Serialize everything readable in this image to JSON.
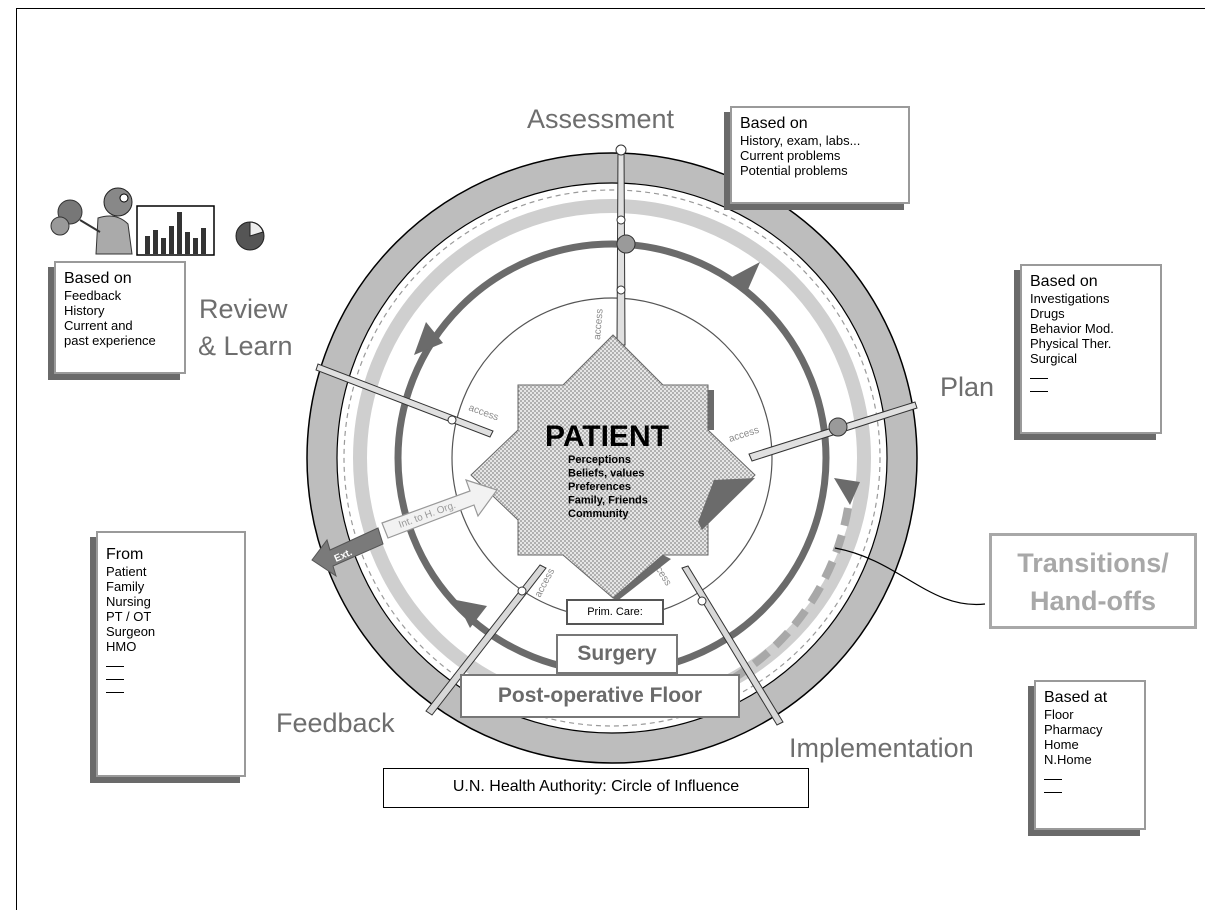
{
  "stages": {
    "assessment": "Assessment",
    "plan": "Plan",
    "implementation": "Implementation",
    "feedback": "Feedback",
    "review_line1": "Review",
    "review_line2": "& Learn"
  },
  "transitions": {
    "line1": "Transitions/",
    "line2": "Hand-offs"
  },
  "patient": {
    "title": "PATIENT",
    "lines": [
      "Perceptions",
      "Beliefs, values",
      "Preferences",
      "Family, Friends",
      "Community"
    ]
  },
  "access_label": "access",
  "arrows": {
    "int": "Int. to H. Org.",
    "ext": "Ext."
  },
  "settings": {
    "prim_care": "Prim. Care:",
    "surgery": "Surgery",
    "post_op": "Post-operative Floor"
  },
  "authority": "U.N. Health Authority: Circle of Influence",
  "notes": {
    "assessment": {
      "head": "Based on",
      "items": [
        "History, exam, labs...",
        "Current problems",
        "Potential problems"
      ]
    },
    "plan": {
      "head": "Based on",
      "items": [
        "Investigations",
        "Drugs",
        "Behavior Mod.",
        "Physical Ther.",
        "Surgical"
      ]
    },
    "review": {
      "head": "Based on",
      "items": [
        "Feedback",
        "History",
        "Current and",
        "past experience"
      ]
    },
    "feedback": {
      "head": "From",
      "items": [
        "Patient",
        "Family",
        "Nursing",
        "PT / OT",
        "Surgeon",
        "HMO"
      ]
    },
    "implementation": {
      "head": "Based at",
      "items": [
        "Floor",
        "Pharmacy",
        "Home",
        "N.Home"
      ]
    }
  },
  "colors": {
    "ring_outer": "#b9b9b9",
    "ring_dark": "#6b6b6b",
    "text_gray": "#6e6e6e",
    "box_border": "#9a9a9a"
  },
  "icons": [
    "person-with-flowers-icon",
    "bar-chart-icon",
    "pie-chart-icon"
  ]
}
